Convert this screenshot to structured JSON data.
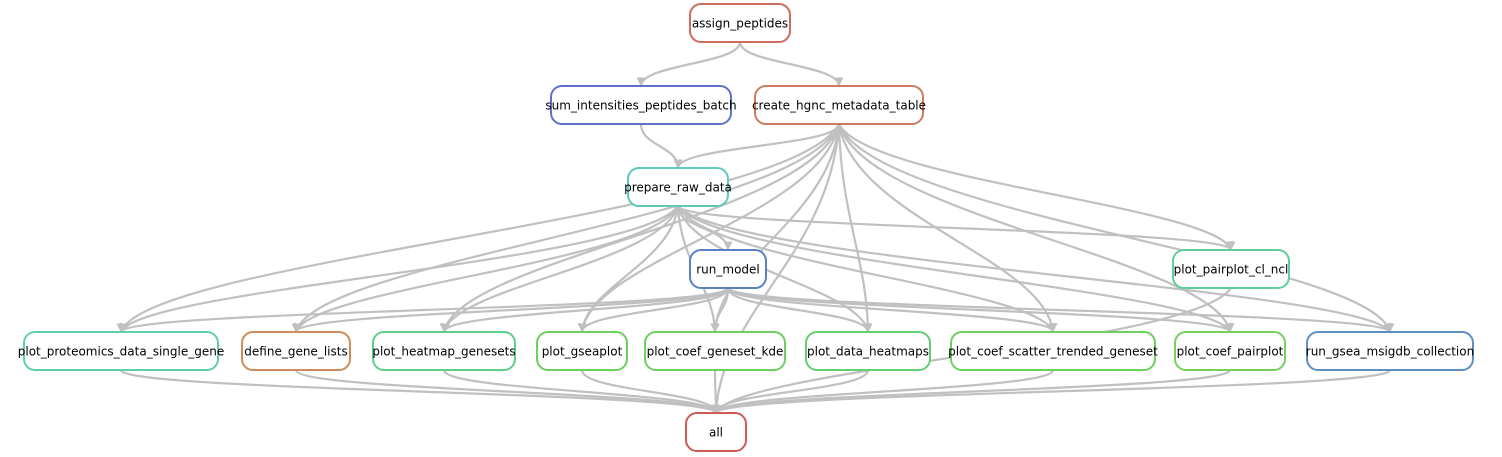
{
  "colors": {
    "edge": "#c0c0c0",
    "node_fill": "#ffffff",
    "label": "#000000"
  },
  "nodes": [
    {
      "id": "assign_peptides",
      "label": "assign_peptides",
      "color": "#cd6b60"
    },
    {
      "id": "sum_intensities_peptides_batch",
      "label": "sum_intensities_peptides_batch",
      "color": "#5d72c4"
    },
    {
      "id": "create_hgnc_metadata_table",
      "label": "create_hgnc_metadata_table",
      "color": "#cd7a60"
    },
    {
      "id": "prepare_raw_data",
      "label": "prepare_raw_data",
      "color": "#5ec9bc"
    },
    {
      "id": "run_model",
      "label": "run_model",
      "color": "#5d7fc4"
    },
    {
      "id": "plot_pairplot_cl_ncl",
      "label": "plot_pairplot_cl_ncl",
      "color": "#5ecf9a"
    },
    {
      "id": "plot_proteomics_data_single_gene",
      "label": "plot_proteomics_data_single_gene",
      "color": "#5ecfaa"
    },
    {
      "id": "define_gene_lists",
      "label": "define_gene_lists",
      "color": "#cd8c5a"
    },
    {
      "id": "plot_heatmap_genesets",
      "label": "plot_heatmap_genesets",
      "color": "#5ecf8a"
    },
    {
      "id": "plot_gseaplot",
      "label": "plot_gseaplot",
      "color": "#6ccf5e"
    },
    {
      "id": "plot_coef_geneset_kde",
      "label": "plot_coef_geneset_kde",
      "color": "#6ccf5e"
    },
    {
      "id": "plot_data_heatmaps",
      "label": "plot_data_heatmaps",
      "color": "#63cf6e"
    },
    {
      "id": "plot_coef_scatter_trended_geneset",
      "label": "plot_coef_scatter_trended_geneset",
      "color": "#6ccf5e"
    },
    {
      "id": "plot_coef_pairplot",
      "label": "plot_coef_pairplot",
      "color": "#77cf5e"
    },
    {
      "id": "run_gsea_msigdb_collection",
      "label": "run_gsea_msigdb_collection",
      "color": "#5d8ec4"
    },
    {
      "id": "all",
      "label": "all",
      "color": "#cd5b52"
    }
  ],
  "edges": [
    [
      "assign_peptides",
      "sum_intensities_peptides_batch"
    ],
    [
      "assign_peptides",
      "create_hgnc_metadata_table"
    ],
    [
      "sum_intensities_peptides_batch",
      "prepare_raw_data"
    ],
    [
      "create_hgnc_metadata_table",
      "prepare_raw_data"
    ],
    [
      "create_hgnc_metadata_table",
      "plot_pairplot_cl_ncl"
    ],
    [
      "create_hgnc_metadata_table",
      "plot_proteomics_data_single_gene"
    ],
    [
      "create_hgnc_metadata_table",
      "define_gene_lists"
    ],
    [
      "create_hgnc_metadata_table",
      "plot_heatmap_genesets"
    ],
    [
      "create_hgnc_metadata_table",
      "plot_gseaplot"
    ],
    [
      "create_hgnc_metadata_table",
      "plot_coef_geneset_kde"
    ],
    [
      "create_hgnc_metadata_table",
      "plot_data_heatmaps"
    ],
    [
      "create_hgnc_metadata_table",
      "plot_coef_scatter_trended_geneset"
    ],
    [
      "create_hgnc_metadata_table",
      "plot_coef_pairplot"
    ],
    [
      "create_hgnc_metadata_table",
      "run_gsea_msigdb_collection"
    ],
    [
      "create_hgnc_metadata_table",
      "all"
    ],
    [
      "prepare_raw_data",
      "run_model"
    ],
    [
      "prepare_raw_data",
      "plot_pairplot_cl_ncl"
    ],
    [
      "prepare_raw_data",
      "plot_proteomics_data_single_gene"
    ],
    [
      "prepare_raw_data",
      "define_gene_lists"
    ],
    [
      "prepare_raw_data",
      "plot_heatmap_genesets"
    ],
    [
      "prepare_raw_data",
      "plot_gseaplot"
    ],
    [
      "prepare_raw_data",
      "plot_coef_geneset_kde"
    ],
    [
      "prepare_raw_data",
      "plot_data_heatmaps"
    ],
    [
      "prepare_raw_data",
      "plot_coef_scatter_trended_geneset"
    ],
    [
      "prepare_raw_data",
      "plot_coef_pairplot"
    ],
    [
      "prepare_raw_data",
      "run_gsea_msigdb_collection"
    ],
    [
      "run_model",
      "plot_proteomics_data_single_gene"
    ],
    [
      "run_model",
      "define_gene_lists"
    ],
    [
      "run_model",
      "plot_heatmap_genesets"
    ],
    [
      "run_model",
      "plot_gseaplot"
    ],
    [
      "run_model",
      "plot_coef_geneset_kde"
    ],
    [
      "run_model",
      "plot_data_heatmaps"
    ],
    [
      "run_model",
      "plot_coef_scatter_trended_geneset"
    ],
    [
      "run_model",
      "plot_coef_pairplot"
    ],
    [
      "run_model",
      "run_gsea_msigdb_collection"
    ],
    [
      "plot_pairplot_cl_ncl",
      "all"
    ],
    [
      "plot_proteomics_data_single_gene",
      "all"
    ],
    [
      "define_gene_lists",
      "all"
    ],
    [
      "plot_heatmap_genesets",
      "all"
    ],
    [
      "plot_gseaplot",
      "all"
    ],
    [
      "plot_coef_geneset_kde",
      "all"
    ],
    [
      "plot_data_heatmaps",
      "all"
    ],
    [
      "plot_coef_scatter_trended_geneset",
      "all"
    ],
    [
      "plot_coef_pairplot",
      "all"
    ],
    [
      "run_gsea_msigdb_collection",
      "all"
    ]
  ]
}
